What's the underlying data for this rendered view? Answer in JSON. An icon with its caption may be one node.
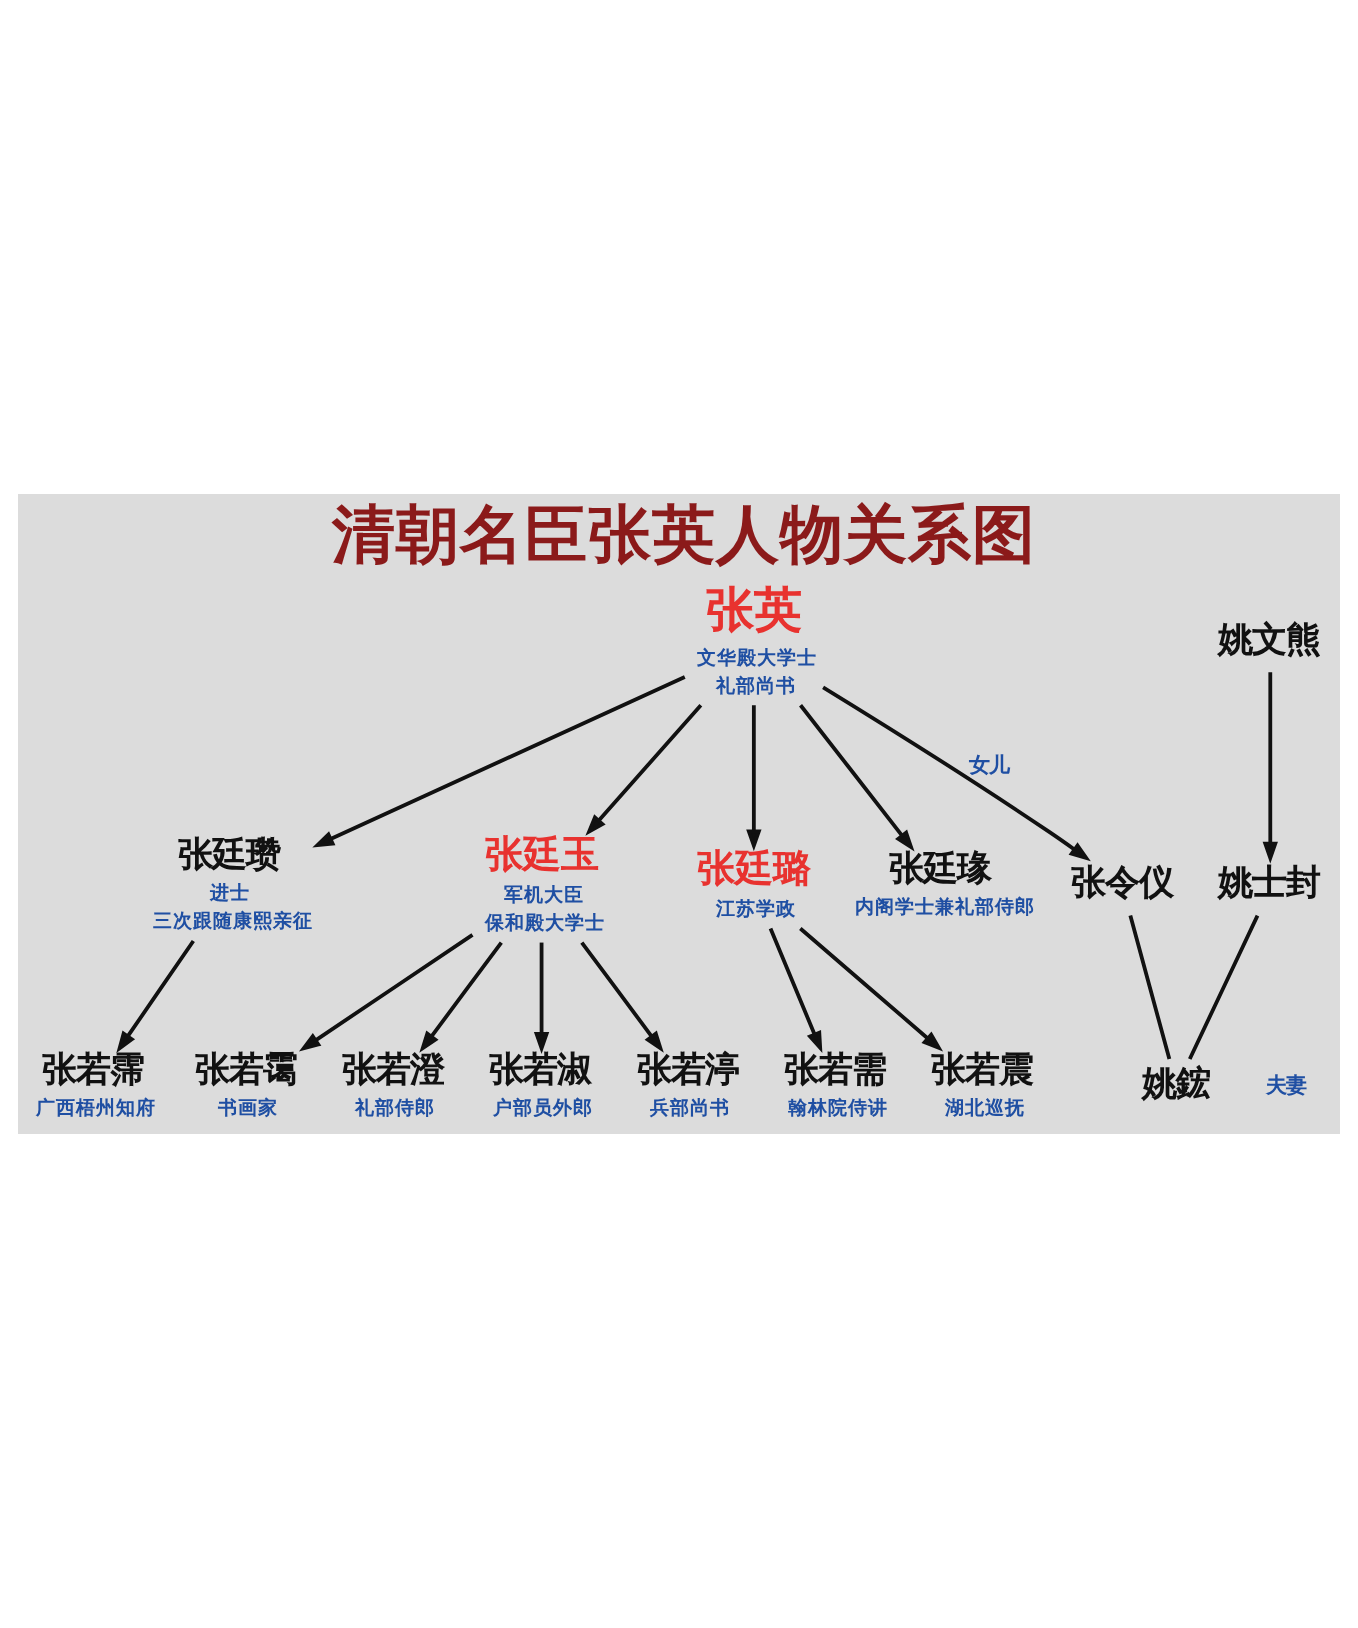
{
  "diagram": {
    "title": "清朝名臣张英人物关系图",
    "nodes": [
      {
        "text": [
          "张英"
        ],
        "beside": [
          "文华殿大学士",
          "礼部尚书"
        ]
      },
      {
        "text": [
          "姚文熊"
        ]
      },
      {
        "text": [
          "张廷瓒"
        ],
        "beside": [
          "进士",
          "三次跟随康熙亲征"
        ]
      },
      {
        "text": [
          "张廷玉"
        ],
        "beside": [
          "军机大臣",
          "保和殿大学士"
        ]
      },
      {
        "text": [
          "张廷璐"
        ],
        "beside": [
          "江苏学政"
        ]
      },
      {
        "text": [
          "张廷瑑"
        ],
        "beside": [
          "内阁学士兼礼部侍郎"
        ]
      },
      {
        "text": [
          "张令仪"
        ]
      },
      {
        "text": [
          "姚士封"
        ]
      },
      {
        "text": [
          "张若霈"
        ],
        "beside": [
          "广西梧州知府"
        ]
      },
      {
        "text": [
          "张若霭"
        ],
        "beside": [
          "书画家"
        ]
      },
      {
        "text": [
          "张若澄"
        ],
        "beside": [
          "礼部侍郎"
        ]
      },
      {
        "text": [
          "张若淑"
        ],
        "beside": [
          "户部员外郎"
        ]
      },
      {
        "text": [
          "张若渟"
        ],
        "beside": [
          "兵部尚书"
        ]
      },
      {
        "text": [
          "张若需"
        ],
        "beside": [
          "翰林院侍讲"
        ]
      },
      {
        "text": [
          "张若震"
        ],
        "beside": [
          "湖北巡抚"
        ]
      },
      {
        "text": [
          "姚鋐"
        ]
      }
    ],
    "edges": [
      {
        "from": 0,
        "to": 2,
        "arrow": "to"
      },
      {
        "from": 0,
        "to": 3,
        "arrow": "to"
      },
      {
        "from": 0,
        "to": 4,
        "arrow": "to"
      },
      {
        "from": 0,
        "to": 5,
        "arrow": "to"
      },
      {
        "from": 0,
        "to": 6,
        "arrow": "to",
        "label": "女儿"
      },
      {
        "from": 1,
        "to": 7,
        "arrow": "to"
      },
      {
        "from": 2,
        "to": 8,
        "arrow": "to"
      },
      {
        "from": 3,
        "to": 9,
        "arrow": "to"
      },
      {
        "from": 3,
        "to": 10,
        "arrow": "to"
      },
      {
        "from": 3,
        "to": 11,
        "arrow": "to"
      },
      {
        "from": 3,
        "to": 12,
        "arrow": "to"
      },
      {
        "from": 4,
        "to": 13,
        "arrow": "to"
      },
      {
        "from": 4,
        "to": 14,
        "arrow": "to"
      },
      {
        "from": 6,
        "to": 15,
        "arrow": "none"
      },
      {
        "from": 7,
        "to": 15,
        "arrow": "none"
      }
    ],
    "labels": [
      "夫妻"
    ]
  }
}
